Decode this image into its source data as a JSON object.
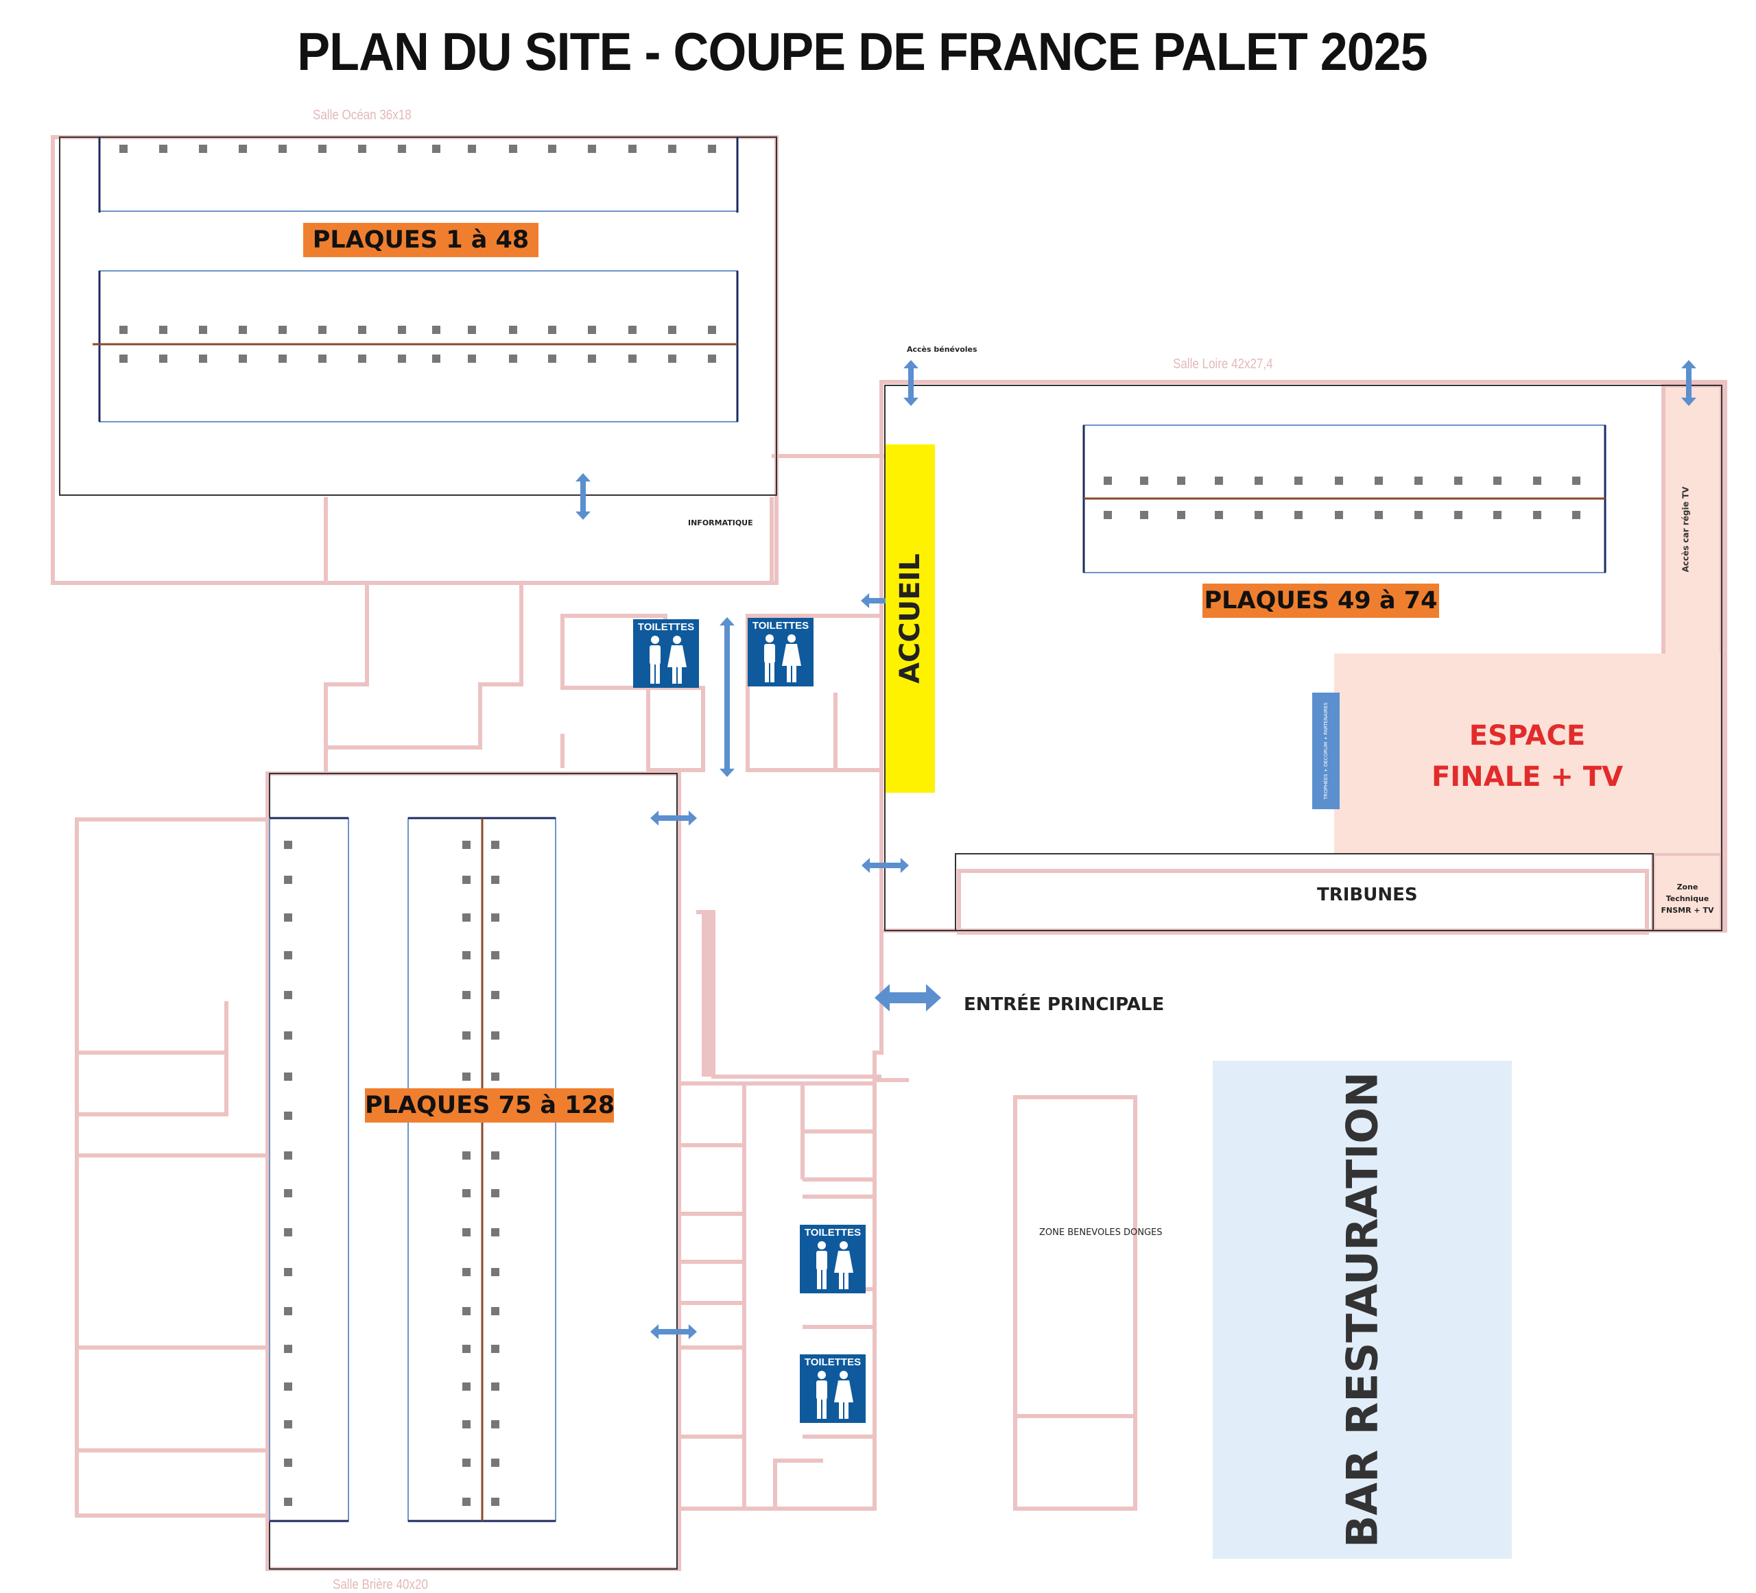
{
  "title": "PLAN DU SITE - COUPE DE FRANCE PALET 2025",
  "halls": {
    "ocean": "Salle Océan 36x18",
    "loire": "Salle Loire 42x27,4",
    "briere": "Salle Brière 40x20"
  },
  "zones": {
    "plaques_1_48": "PLAQUES 1  à 48",
    "plaques_49_74": "PLAQUES 49  à 74",
    "plaques_75_128": "PLAQUES 75  à 128",
    "accueil": "ACCUEIL",
    "espace_finale": "ESPACE\nFINALE + TV",
    "tribunes": "TRIBUNES",
    "zone_technique": "Zone Technique\nFNSMR + TV",
    "acces_regie": "Accès car régie TV",
    "acces_benevoles": "Accès bénévoles",
    "informatique": "INFORMATIQUE",
    "entree_principale": "ENTRÉE PRINCIPALE",
    "zone_benevoles": "ZONE BENEVOLES DONGES",
    "bar_restauration": "BAR RESTAURATION",
    "trophees": "TROPHÉES + DECORUM + PARTENAIRES"
  },
  "toilets_label": "TOILETTES",
  "colors": {
    "wall": "#ecc2c2",
    "orange_label": "#ef7f2f",
    "accueil_yellow": "#fff200",
    "espace_finale": "#fbe1d7",
    "espace_text": "#e22b2b",
    "bar_blue": "#e1eef9",
    "toilet_blue": "#0f5a9c",
    "arrow_blue": "#5b8fce",
    "lane_blue": "#6c94c9",
    "lane_brown": "#8a4a2a"
  },
  "icons": [
    "double-arrow-icon",
    "toilet-icon"
  ]
}
